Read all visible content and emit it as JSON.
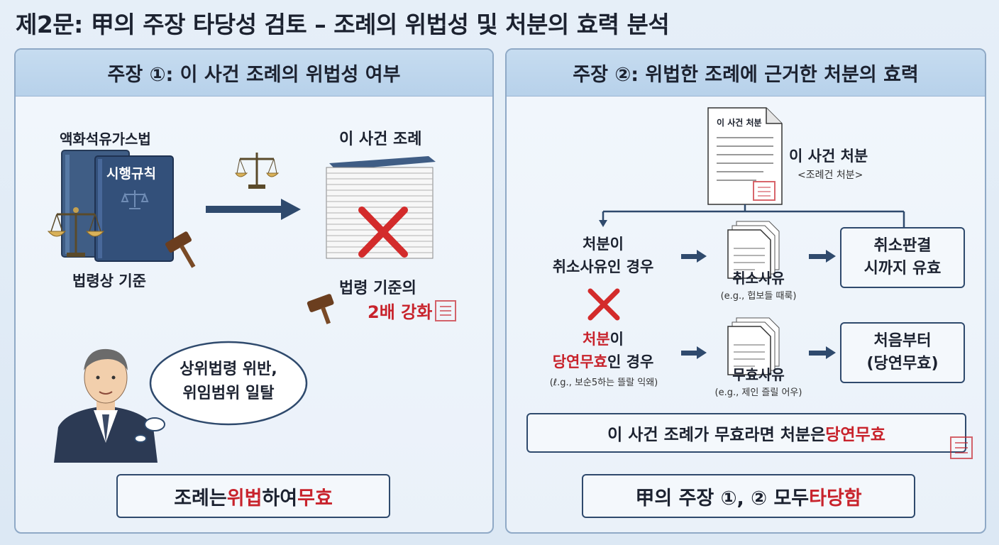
{
  "page_title": "제2문: 甲의 주장 타당성 검토 – 조례의 위법성 및 처분의 효력 분석",
  "left": {
    "header": "주장 ①: 이 사건 조례의 위법성 여부",
    "law_label": "액화석유가스법",
    "rule_book_label": "시행규칙",
    "legal_standard": "법령상 기준",
    "ordinance_label": "이 사건 조례",
    "reinforce_line1": "법령 기준의",
    "reinforce_line2": "2배 강화",
    "bubble_line1": "상위법령 위반,",
    "bubble_line2": "위임범위 일탈",
    "conclusion_a": "조례는 ",
    "conclusion_b": "위법",
    "conclusion_c": "하여 ",
    "conclusion_d": "무효"
  },
  "right": {
    "header": "주장 ②: 위법한 조례에 근거한 처분의 효력",
    "doc_title": "이 사건 처분",
    "disposition_label": "이 사건 처분",
    "disposition_sub": "<조례건 처분>",
    "case1_line1": "처분이",
    "case1_line2": "취소사유인 경우",
    "doc1_label": "취소사유",
    "doc1_example": "(e.g., 헙보들 때룩)",
    "result1_line1": "취소판결",
    "result1_line2": "시까지 유효",
    "case2_line1a": "처분",
    "case2_line1b": "이",
    "case2_line2a": "당연무효",
    "case2_line2b": "인 경우",
    "case2_example": "(ℓ.g., 보순5하는 뜰랄 익왜)",
    "doc2_label": "무효사유",
    "doc2_example": "(e.g., 제인 즐릴 어우)",
    "result2_line1": "처음부터",
    "result2_line2": "(당연무효)",
    "summary_a": "이 사건 조례가 무효라면 처분은 ",
    "summary_b": "당연무효",
    "conclusion_a": "甲의 주장 ①, ② 모두 ",
    "conclusion_b": "타당함"
  },
  "colors": {
    "navy": "#2f4a6d",
    "red_accent": "#c8232c",
    "header_blue": "#bcd4ec"
  }
}
